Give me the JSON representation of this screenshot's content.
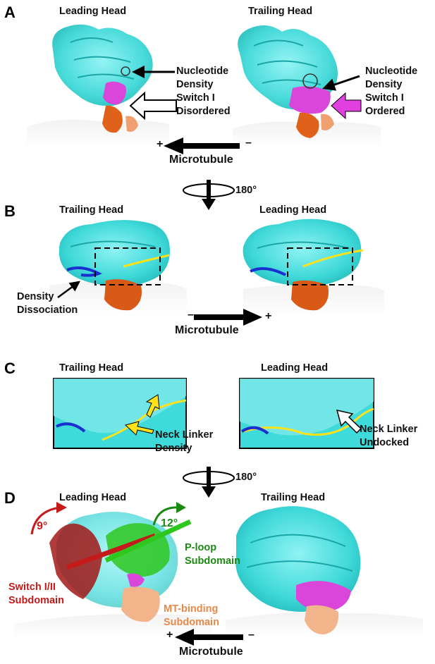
{
  "panels": {
    "A": {
      "label": "A",
      "left_title": "Leading Head",
      "right_title": "Trailing Head",
      "left_annotation": [
        "Nucleotide",
        "Density",
        "Switch I",
        "Disordered"
      ],
      "right_annotation": [
        "Nucleotide",
        "Density",
        "Switch I",
        "Ordered"
      ],
      "axis_label": "Microtubule",
      "plus": "+",
      "minus": "–"
    },
    "rotation1": "180°",
    "B": {
      "label": "B",
      "left_title": "Trailing Head",
      "right_title": "Leading Head",
      "left_annotation": [
        "Density",
        "Dissociation"
      ],
      "axis_label": "Microtubule",
      "plus": "+",
      "minus": "–"
    },
    "C": {
      "label": "C",
      "left_title": "Trailing Head",
      "right_title": "Leading Head",
      "left_annotation": [
        "Neck Linker",
        "Density"
      ],
      "right_annotation": [
        "Neck Linker",
        "Undocked"
      ]
    },
    "rotation2": "180°",
    "D": {
      "label": "D",
      "left_title": "Leading Head",
      "right_title": "Trailing Head",
      "angle_red": "9°",
      "angle_green": "12°",
      "ploop": [
        "P-loop",
        "Subdomain"
      ],
      "switch": [
        "Switch I/II",
        "Subdomain"
      ],
      "mtbinding": [
        "MT-binding",
        "Subdomain"
      ],
      "axis_label": "Microtubule",
      "plus": "+",
      "minus": "–"
    }
  },
  "colors": {
    "density": "#33d6d6",
    "magenta": "#e040e0",
    "orange": "#e0621a",
    "yellow": "#ffe21a",
    "red": "#c41a1a",
    "green": "#2ec71e",
    "peach": "#f2b48a"
  }
}
